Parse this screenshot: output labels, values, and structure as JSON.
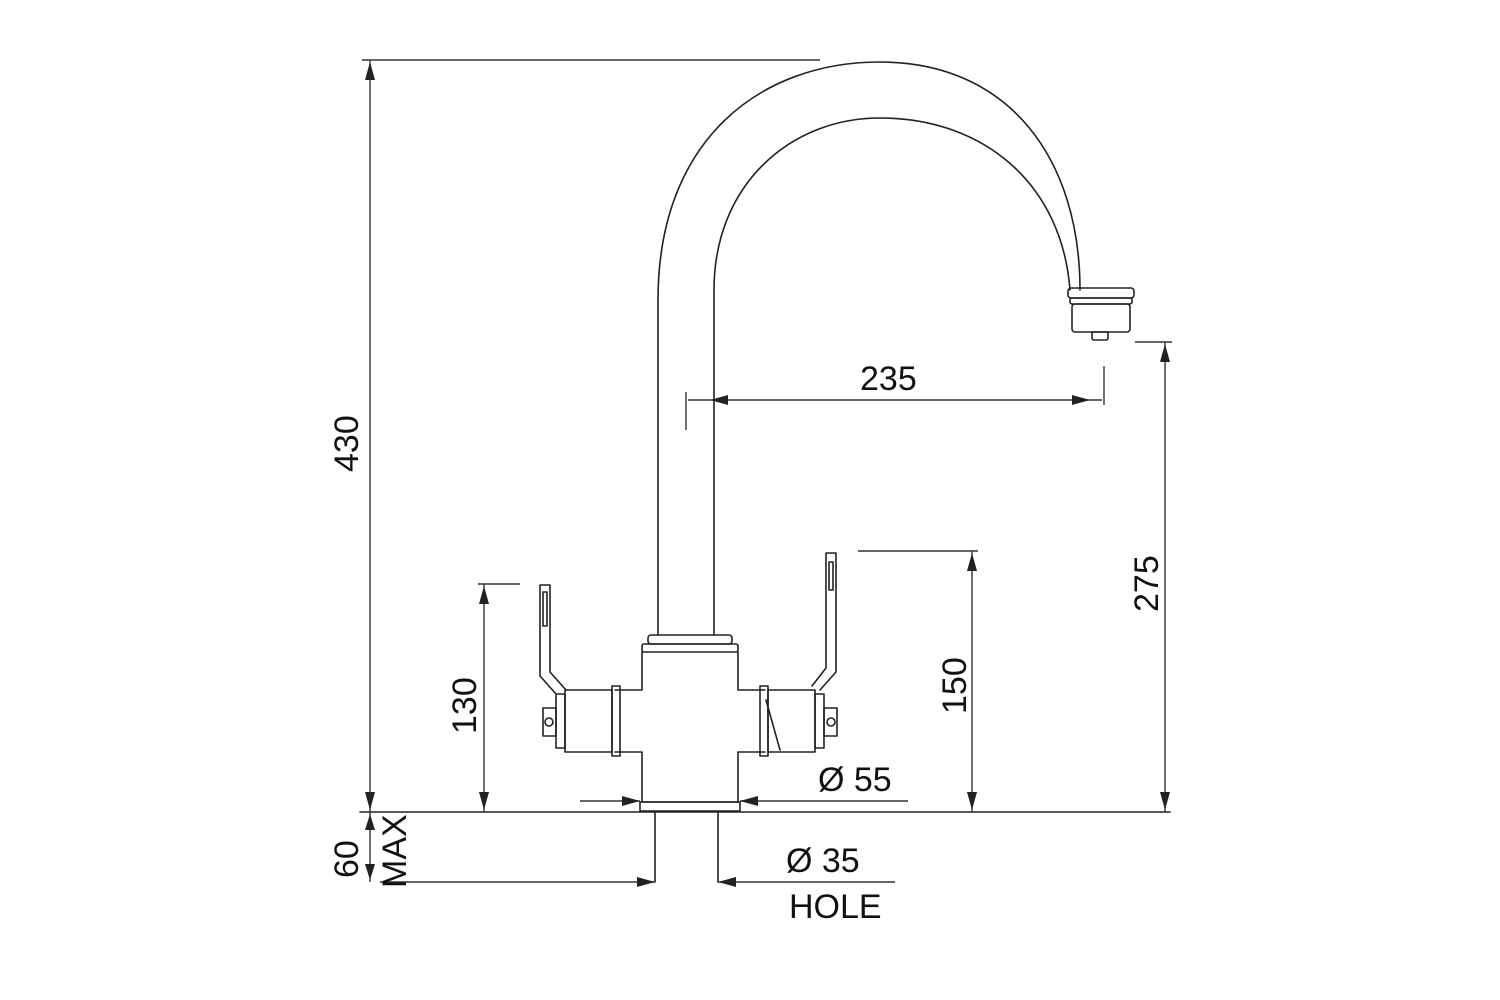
{
  "drawing": {
    "dimensions": {
      "overall_height": "430",
      "spout_reach": "235",
      "spout_outlet_height": "275",
      "right_lever_height": "150",
      "left_lever_height": "130",
      "body_diameter": "Ø 55",
      "hole_diameter": "Ø 35",
      "hole_label": "HOLE",
      "max_deck_thickness": "60",
      "max_label": "MAX"
    }
  }
}
